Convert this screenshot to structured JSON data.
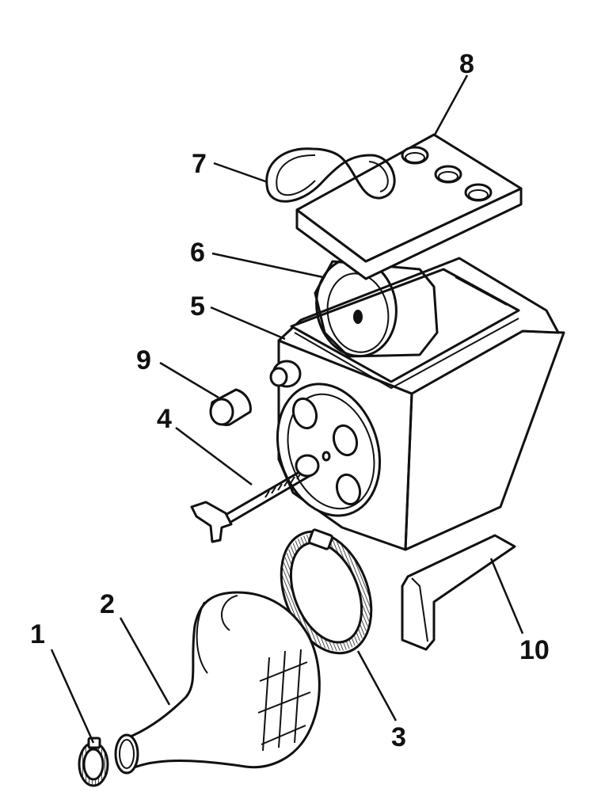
{
  "callouts": {
    "c1": "1",
    "c2": "2",
    "c3": "3",
    "c4": "4",
    "c5": "5",
    "c6": "6",
    "c7": "7",
    "c8": "8",
    "c9": "9",
    "c10": "10"
  },
  "icons": {
    "hose-clamp-small": "part-1",
    "intake-boot": "part-2",
    "hose-clamp-large": "part-3",
    "wing-bolt": "part-4",
    "air-filter-housing": "part-5",
    "filter-element": "part-6",
    "seal-cord": "part-7",
    "top-cover": "part-8",
    "rubber-cap": "part-9",
    "bracket": "part-10"
  }
}
